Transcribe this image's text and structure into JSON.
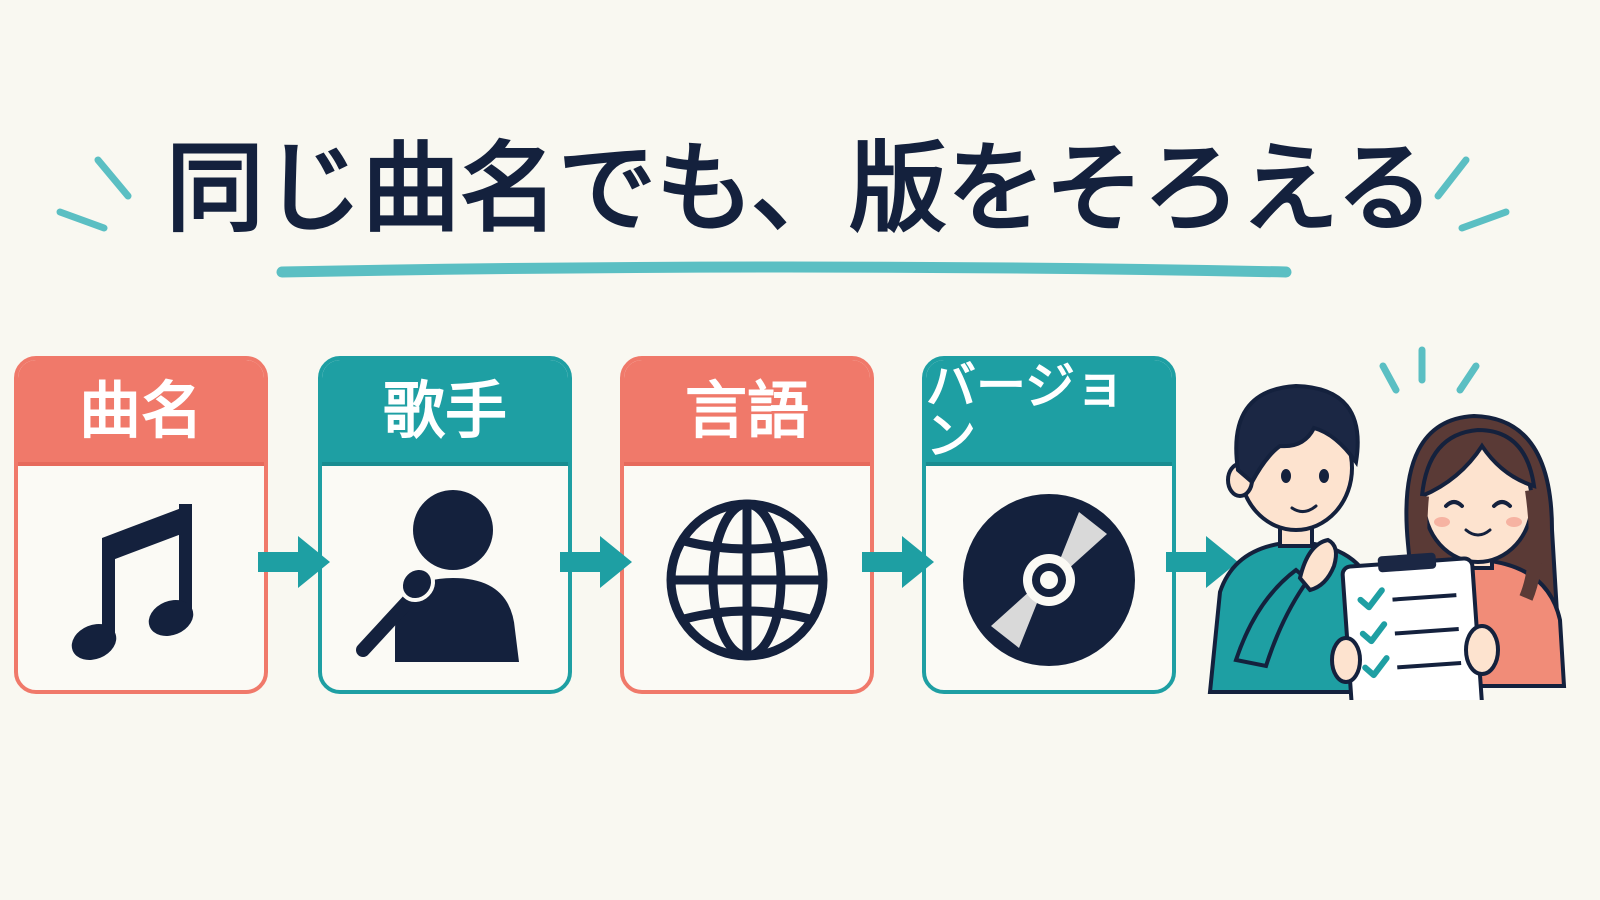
{
  "title": "同じ曲名でも、版をそろえる",
  "steps": [
    {
      "label": "曲名",
      "icon": "music-note-icon",
      "color": "#f0796a"
    },
    {
      "label": "歌手",
      "icon": "singer-icon",
      "color": "#1e9fa3"
    },
    {
      "label": "言語",
      "icon": "globe-icon",
      "color": "#f0796a"
    },
    {
      "label": "バージョン",
      "icon": "disc-icon",
      "color": "#1e9fa3"
    }
  ],
  "colors": {
    "background": "#f9f8f1",
    "navy": "#14213d",
    "coral": "#f0796a",
    "teal": "#1e9fa3",
    "underline": "#5bbfc3"
  },
  "illustration": "people-checklist-illustration"
}
